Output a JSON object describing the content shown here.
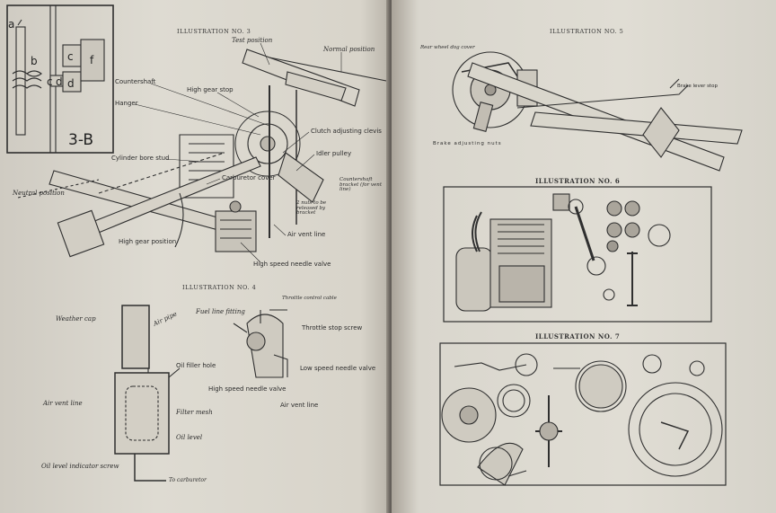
{
  "left_page": {
    "inset": {
      "id": "3-B",
      "letters": [
        "a",
        "b",
        "c",
        "c",
        "d",
        "d",
        "f"
      ]
    },
    "illustration_3": {
      "title": "ILLUSTRATION NO. 3",
      "labels": {
        "test_position": "Test position",
        "normal_position": "Normal position",
        "countershaft": "Countershaft",
        "high_gear_stop": "High gear stop",
        "hanger": "Hanger",
        "clutch_adjusting_clevis": "Clutch adjusting clevis",
        "cylinder_bore_stud": "Cylinder bore stud",
        "idler_pulley": "Idler pulley",
        "carburetor_cover": "Carburetor cover",
        "countershaft_bracket": "Countershaft bracket (for vent line)",
        "nuts_note": "2 nuts to be released by bracket",
        "neutral_position": "Neutral position",
        "air_vent_line": "Air vent line",
        "high_gear_position": "High gear position",
        "high_speed_needle_valve": "High speed needle valve"
      }
    },
    "illustration_4": {
      "title": "ILLUSTRATION NO. 4",
      "labels": {
        "weather_cap": "Weather cap",
        "air_pipe": "Air pipe",
        "fuel_line_fitting": "Fuel line fitting",
        "throttle_control_cable": "Throttle control cable",
        "throttle_stop_screw": "Throttle stop screw",
        "oil_filler_hole": "Oil filler hole",
        "low_speed_needle_valve": "Low speed needle valve",
        "high_speed_needle_valve": "High speed needle valve",
        "air_vent_line": "Air vent line",
        "air_vent_line_2": "Air vent line",
        "filter_mesh": "Filter mesh",
        "oil_level": "Oil level",
        "oil_level_indicator_screw": "Oil level indicator screw",
        "to_carburetor": "To carburetor"
      }
    }
  },
  "right_page": {
    "illustration_5": {
      "title": "ILLUSTRATION NO. 5",
      "labels": {
        "rear_wheel_dog_cover": "Rear wheel dog cover",
        "brake_lever_stop": "Brake lever stop",
        "brake_adjusting_nuts": "Brake adjusting nuts"
      }
    },
    "illustration_6": {
      "title": "ILLUSTRATION NO. 6"
    },
    "illustration_7": {
      "title": "ILLUSTRATION NO. 7"
    }
  }
}
